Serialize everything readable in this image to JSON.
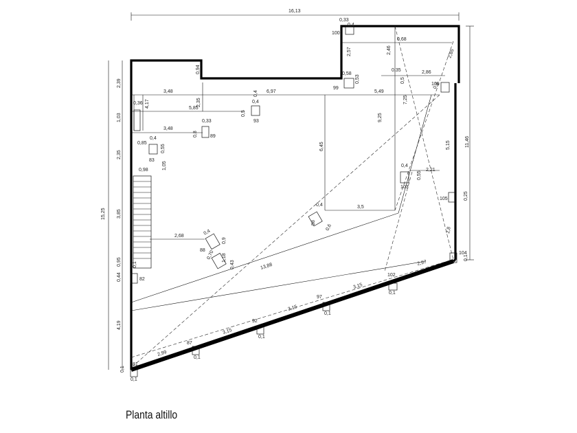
{
  "title": "Planta altillo",
  "dims": {
    "overall_width": "16,13",
    "overall_height_left": "15,25",
    "overall_height_right": "11,46",
    "left_2_39": "2,39",
    "left_1_03": "1,03",
    "left_2_35": "2,35",
    "left_3_85": "3,85",
    "left_0_95": "0,95",
    "left_0_44": "0,44",
    "left_4_19": "4,19",
    "left_0_1": "0,1",
    "top_3_48": "3,48",
    "top_6_97": "6,97",
    "top_5_49": "5,49",
    "top_5_85": "5,85",
    "mid_3_48": "3,48",
    "box_4_17": "4,17",
    "box_0_36": "0,36",
    "notch_0_94": "0,94",
    "d_2_35": "2,35",
    "d_0_4a": "0,4",
    "d_0_5": "0,5",
    "d_0_33": "0,33",
    "d_0_8": "0,8",
    "d_0_85": "0,85",
    "d_0_4b": "0,4",
    "d_0_55": "0,55",
    "d_0_98": "0,98",
    "d_1_05": "1,05",
    "d_6_45": "6,45",
    "d_9_25": "9,25",
    "d_3_5": "3,5",
    "d_0_4c": "0,4",
    "d_0_6": "0,6",
    "d_2_68": "2,68",
    "d_0_4d": "0,4",
    "d_0_9": "0,9",
    "d_1_18": "1,18",
    "d_0_70": "0,70",
    "d_0_43": "0,43",
    "d_13_88": "13,88",
    "r_0_33": "0,33",
    "r_0_68": "0,68",
    "r_2_57": "2,57",
    "r_0_58": "0,58",
    "r_0_53": "0,53",
    "r_2_46": "2,46",
    "r_2_85": "2,85",
    "r_0_35": "0,35",
    "r_2_86": "2,86",
    "r_0_5": "0,5",
    "r_0_4": "0,4",
    "r_7_25": "7,25",
    "r_5_15": "5,15",
    "r_0_4b": "0,4",
    "r_2_21": "2,21",
    "r_0_55": "0,55",
    "r_0_25": "0,25",
    "r_2_8": "2,8",
    "r_2_97": "2,97",
    "s_3_15a": "3,15",
    "s_3_15b": "3,15",
    "s_3_15c": "3,15",
    "s_2_99": "2,99",
    "s_0_1a": "0,1",
    "s_0_1b": "0,1",
    "s_0_1c": "0,1",
    "s_0_1d": "0,1",
    "s_0_1e": "0,1",
    "s_0_1f": "0,1",
    "s_0_1g": "0,1",
    "s_0_4": "0,4"
  },
  "columns": {
    "c100": "100",
    "c99": "99",
    "c93": "93",
    "c89": "89",
    "c83": "83",
    "c103": "103",
    "c105a": "105",
    "c105b": "105",
    "c104": "104",
    "c88": "88",
    "c82": "82",
    "c102": "102",
    "c97": "97",
    "c92": "92",
    "c87": "87",
    "c81": "81",
    "c98": "98"
  }
}
